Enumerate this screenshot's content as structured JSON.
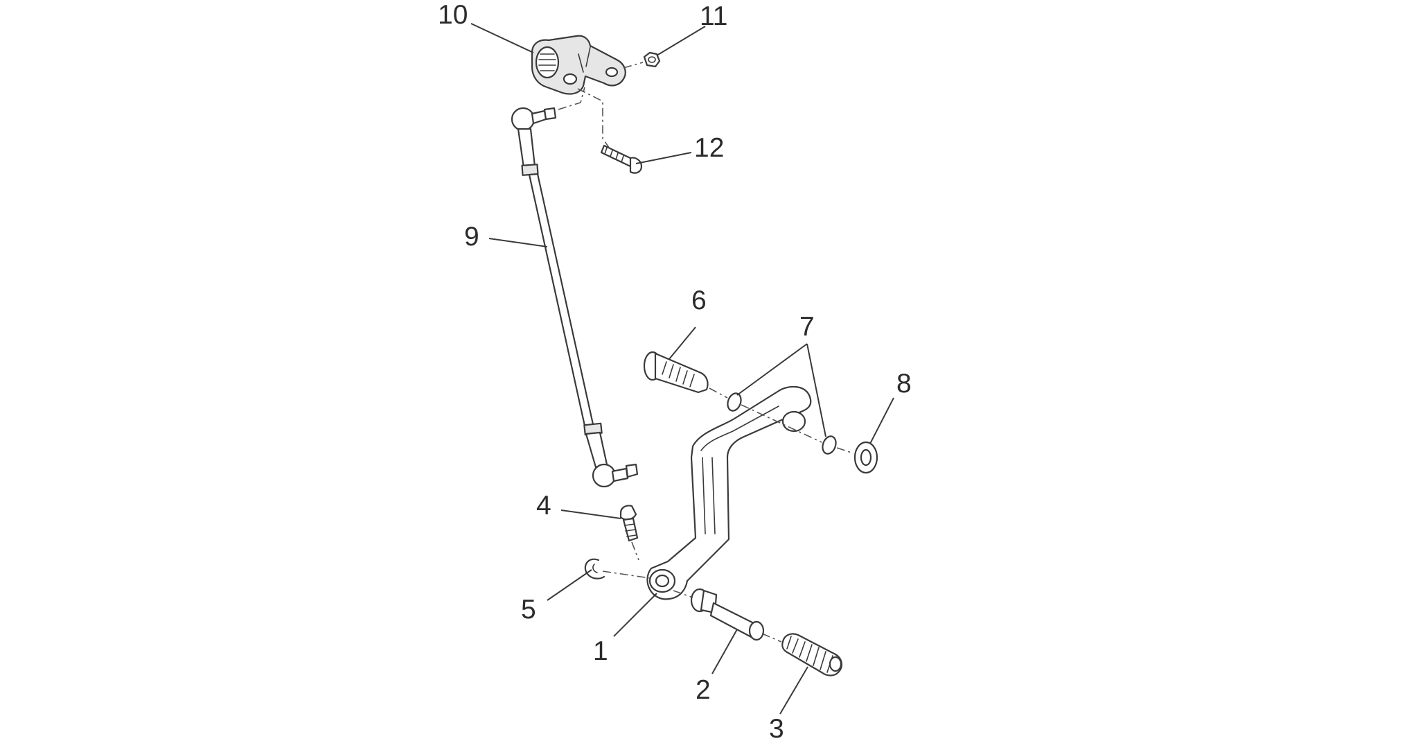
{
  "diagram": {
    "callouts": [
      {
        "id": "1",
        "label": "1"
      },
      {
        "id": "2",
        "label": "2"
      },
      {
        "id": "3",
        "label": "3"
      },
      {
        "id": "4",
        "label": "4"
      },
      {
        "id": "5",
        "label": "5"
      },
      {
        "id": "6",
        "label": "6"
      },
      {
        "id": "7",
        "label": "7"
      },
      {
        "id": "8",
        "label": "8"
      },
      {
        "id": "9",
        "label": "9"
      },
      {
        "id": "10",
        "label": "10"
      },
      {
        "id": "11",
        "label": "11"
      },
      {
        "id": "12",
        "label": "12"
      }
    ],
    "colors": {
      "line": "#3a3a3a",
      "label": "#2b2b2b",
      "part_shade": "#e6e6e6",
      "background": "#ffffff"
    }
  }
}
